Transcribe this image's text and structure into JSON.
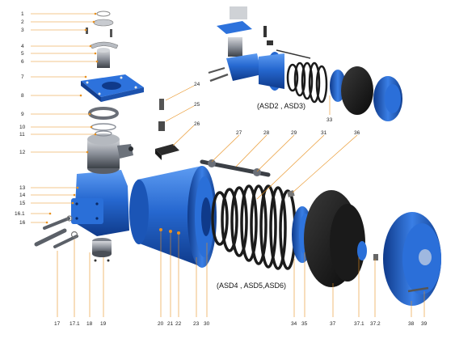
{
  "callouts": {
    "left": [
      "1",
      "2",
      "3",
      "4",
      "5",
      "6",
      "7",
      "8",
      "9",
      "10",
      "11",
      "12",
      "13",
      "14",
      "15",
      "16.1",
      "16"
    ],
    "bottom": [
      "17",
      "17.1",
      "18",
      "19",
      "20",
      "21",
      "22",
      "23",
      "30",
      "34",
      "35",
      "37",
      "37.1",
      "37.2",
      "38",
      "39"
    ],
    "top": [
      "24",
      "25",
      "26",
      "27",
      "28",
      "29",
      "31",
      "33",
      "36"
    ]
  },
  "captions": {
    "small": "(ASD2 , ASD3)",
    "large": "(ASD4 , ASD5,ASD6)"
  },
  "colors": {
    "body_blue": "#1f5fc4",
    "dark_blue": "#123f8f",
    "light_blue": "#4f8ff0",
    "gray": "#8a8f98",
    "dark_gray": "#444a52",
    "black": "#151515",
    "leader": "#e8901e"
  }
}
